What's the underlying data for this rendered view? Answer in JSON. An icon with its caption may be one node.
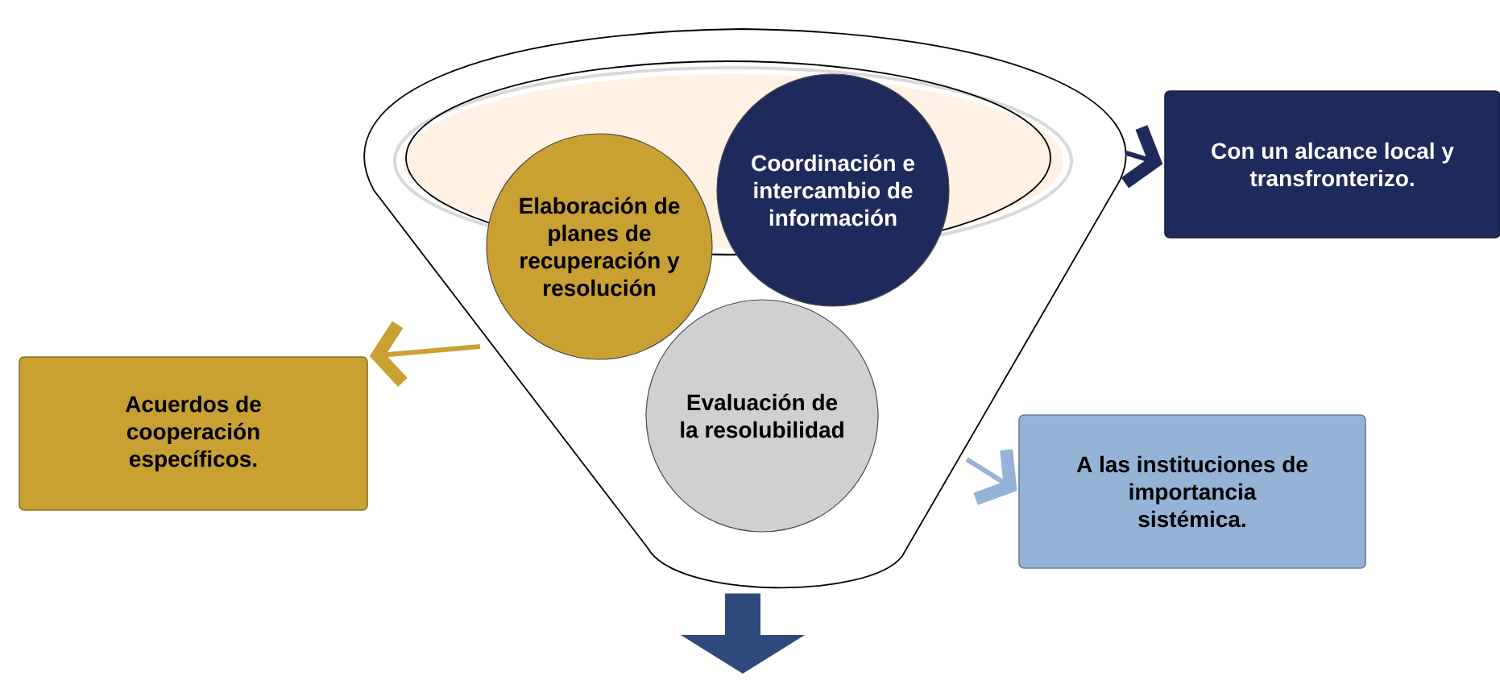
{
  "diagram": {
    "nodes": [
      {
        "text": [],
        "shape": "funnel"
      },
      {
        "text": [
          "Elaboración de planes de recuperación y resolución"
        ],
        "in": 0
      },
      {
        "text": [
          "Coordinación e intercambio de información"
        ],
        "in": 0
      },
      {
        "text": [
          "Evaluación de la resolubilidad"
        ],
        "in": 0
      },
      {
        "text": [
          "Con un alcance local y transfronterizo."
        ]
      },
      {
        "text": [
          "Acuerdos de cooperación específicos."
        ]
      },
      {
        "text": [
          "A las instituciones de importancia sistémica."
        ]
      }
    ],
    "edges": [
      {
        "from": 0,
        "to": 4,
        "arrow": "to",
        "color": "#1f2a5c"
      },
      {
        "from": 0,
        "to": 5,
        "arrow": "to",
        "color": "#c9a032"
      },
      {
        "from": 0,
        "to": 6,
        "arrow": "to",
        "color": "#95b3d7"
      },
      {
        "from": 0,
        "to": null,
        "arrow": "to",
        "style": "thick",
        "color": "#2e4a7d"
      }
    ]
  }
}
